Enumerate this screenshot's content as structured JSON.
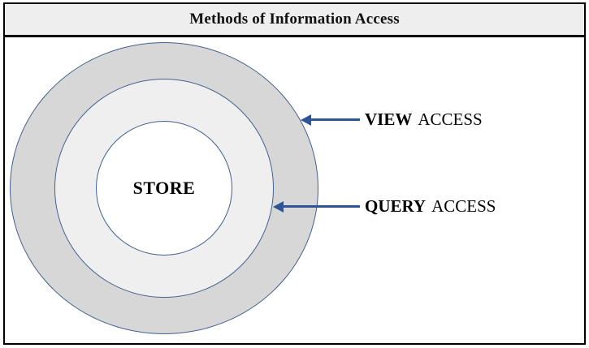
{
  "title_bar": {
    "title": "Methods of Information Access",
    "background": "#eeeeee",
    "border_color": "#000000"
  },
  "diagram": {
    "type": "concentric-rings",
    "center_label": "STORE",
    "rings": [
      {
        "id": "outer",
        "fill": "#d7d7d7",
        "stroke": "#44618e"
      },
      {
        "id": "middle",
        "fill": "#efefef",
        "stroke": "#44618e"
      },
      {
        "id": "inner",
        "fill": "#ffffff",
        "stroke": "#44618e"
      }
    ],
    "callouts": [
      {
        "bold": "VIEW",
        "rest": "ACCESS",
        "target": "outer-ring"
      },
      {
        "bold": "QUERY",
        "rest": "ACCESS",
        "target": "middle-ring"
      }
    ],
    "arrow_color": "#2f5496",
    "text_color": "#000000"
  }
}
